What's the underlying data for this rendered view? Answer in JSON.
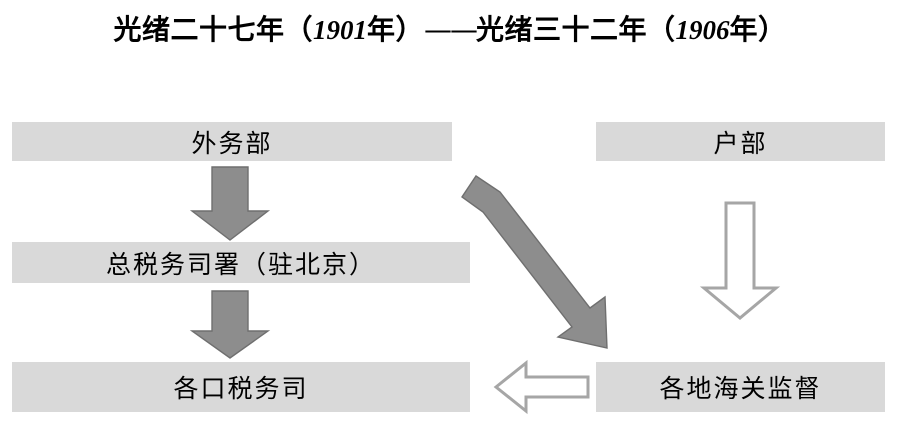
{
  "title": {
    "prefix_reign_1": "光绪二十七年（",
    "year_1": "1901",
    "suffix_1": "年）",
    "dash": "——",
    "prefix_reign_2": "光绪三十二年（",
    "year_2": "1906",
    "suffix_2": "年）",
    "full": "光绪二十七年（1901年）——光绪三十二年（1906年）"
  },
  "nodes": [
    {
      "id": "waiwubu",
      "label": "外务部"
    },
    {
      "id": "hubu",
      "label": "户部"
    },
    {
      "id": "zongshuiwu",
      "label": "总税务司署（驻北京）"
    },
    {
      "id": "gekou",
      "label": "各口税务司"
    },
    {
      "id": "haiguan",
      "label": "各地海关监督"
    }
  ],
  "arrows": [
    {
      "id": "waiwubu-to-zongshuiwu",
      "style": "solid",
      "direction": "down",
      "from": "waiwubu",
      "to": "zongshuiwu"
    },
    {
      "id": "zongshuiwu-to-gekou",
      "style": "solid",
      "direction": "down",
      "from": "zongshuiwu",
      "to": "gekou"
    },
    {
      "id": "waiwubu-to-haiguan",
      "style": "solid",
      "direction": "down-right",
      "from": "waiwubu",
      "to": "haiguan"
    },
    {
      "id": "hubu-to-haiguan",
      "style": "hollow",
      "direction": "down",
      "from": "hubu",
      "to": "haiguan"
    },
    {
      "id": "haiguan-to-gekou",
      "style": "hollow",
      "direction": "left",
      "from": "haiguan",
      "to": "gekou"
    }
  ],
  "colors": {
    "box_fill": "#d9d9d9",
    "solid_arrow_fill": "#8d8d8d",
    "solid_arrow_stroke": "#6f6f6f",
    "hollow_arrow_fill": "#ffffff",
    "hollow_arrow_stroke": "#a6a6a6",
    "text": "#000000",
    "background": "#ffffff"
  }
}
